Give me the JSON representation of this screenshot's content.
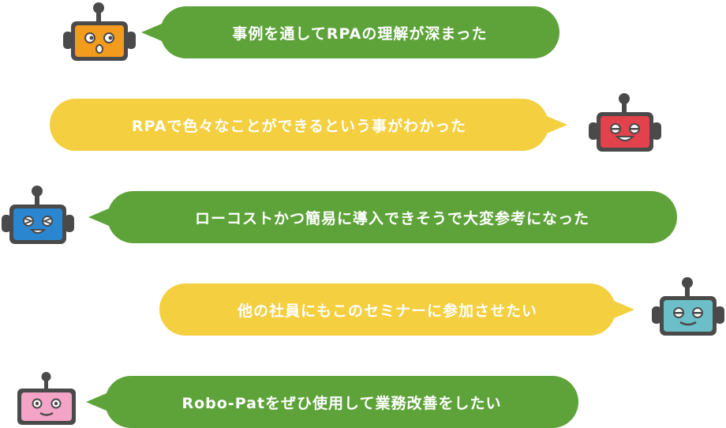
{
  "comments": [
    {
      "text": "事例を通してRPAの理解が深まった",
      "robot": "orange",
      "color": "#f29b1d"
    },
    {
      "text": "RPAで色々なことができるという事がわかった",
      "robot": "red",
      "color": "#e2424b"
    },
    {
      "text": "ローコストかつ簡易に導入できそうで大変参考になった",
      "robot": "blue",
      "color": "#2b86d0"
    },
    {
      "text": "他の社員にもこのセミナーに参加させたい",
      "robot": "teal",
      "color": "#6cbfc9"
    },
    {
      "text": "Robo-Patをぜひ使用して業務改善をしたい",
      "robot": "pink",
      "color": "#f4a4c7"
    }
  ],
  "colors": {
    "green_bubble": "#5ea33a",
    "yellow_bubble": "#f4cf3f",
    "robot_outline": "#4a4a4a"
  },
  "icons": [
    "robot-icon"
  ]
}
